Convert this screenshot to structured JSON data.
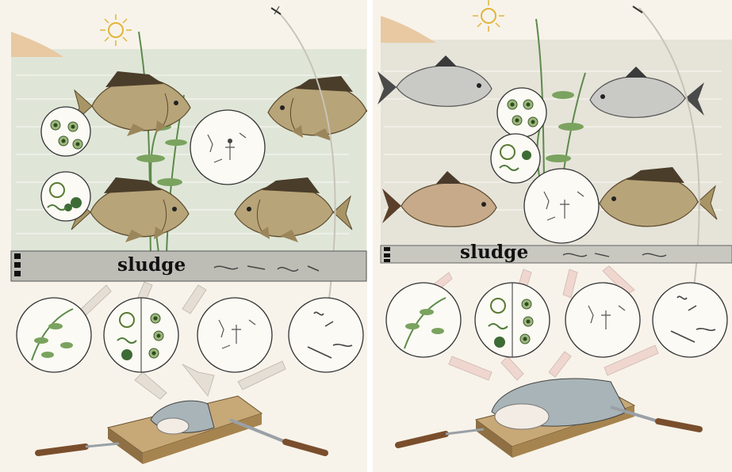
{
  "panels": [
    {
      "id": "left",
      "sludge_label": "sludge",
      "water_color": "#dfe6d8",
      "sludge_color": "#bdbdb6",
      "icons": [
        "sun-icon",
        "carp-icon",
        "phytoplankton-icon",
        "zooplankton-icon",
        "aquatic-plant-icon",
        "benthos-icon",
        "fish-fillet-icon",
        "knife-icon",
        "fork-icon",
        "cutting-board-icon",
        "insect-icon"
      ]
    },
    {
      "id": "right",
      "sludge_label": "sludge",
      "water_color": "#e6e3d9",
      "sludge_color": "#c8c7c0",
      "icons": [
        "sun-icon",
        "silver-carp-icon",
        "bighead-carp-icon",
        "common-carp-icon",
        "phytoplankton-icon",
        "zooplankton-icon",
        "aquatic-plant-icon",
        "benthos-icon",
        "fish-fillet-icon",
        "knife-icon",
        "fork-icon",
        "cutting-board-icon",
        "insect-icon"
      ]
    }
  ]
}
